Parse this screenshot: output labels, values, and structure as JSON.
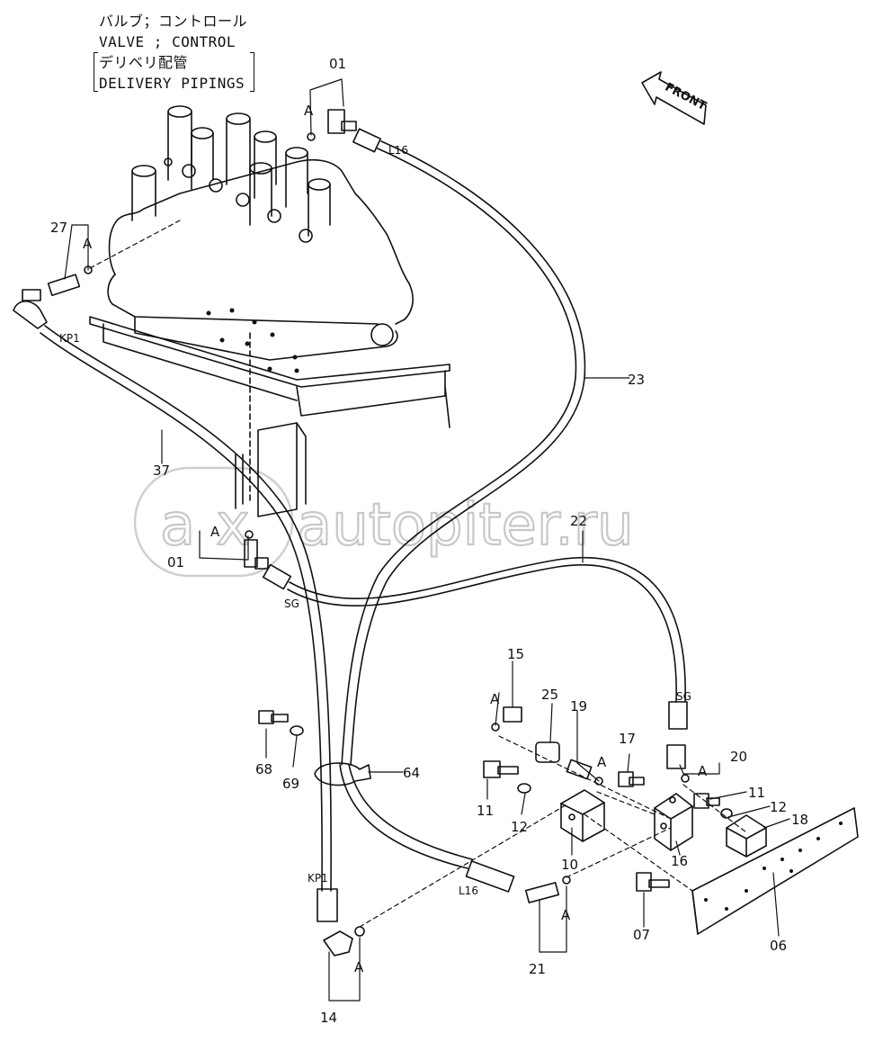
{
  "title": {
    "jp_line1": "バルブ；コントロール",
    "en_line1": "VALVE ; CONTROL",
    "jp_line2": "デリベリ配管",
    "en_line2": "DELIVERY PIPINGS"
  },
  "direction": {
    "label": "FRONT"
  },
  "watermark": {
    "text": "autopiter.ru",
    "logo": "ax-logo"
  },
  "hose_markers": {
    "l16_top": "L16",
    "l16_bottom": "L16",
    "kp1_top": "KP1",
    "kp1_bottom": "KP1",
    "sg_left": "SG",
    "sg_right": "SG"
  },
  "callouts": [
    {
      "id": "c01a",
      "text": "01"
    },
    {
      "id": "c01b",
      "text": "01"
    },
    {
      "id": "c27",
      "text": "27"
    },
    {
      "id": "c23",
      "text": "23"
    },
    {
      "id": "c37",
      "text": "37"
    },
    {
      "id": "c22",
      "text": "22"
    },
    {
      "id": "c15",
      "text": "15"
    },
    {
      "id": "c25",
      "text": "25"
    },
    {
      "id": "c19",
      "text": "19"
    },
    {
      "id": "c17",
      "text": "17"
    },
    {
      "id": "c20",
      "text": "20"
    },
    {
      "id": "c68",
      "text": "68"
    },
    {
      "id": "c69",
      "text": "69"
    },
    {
      "id": "c64",
      "text": "64"
    },
    {
      "id": "c11a",
      "text": "11"
    },
    {
      "id": "c12a",
      "text": "12"
    },
    {
      "id": "c10",
      "text": "10"
    },
    {
      "id": "c16",
      "text": "16"
    },
    {
      "id": "c11b",
      "text": "11"
    },
    {
      "id": "c12b",
      "text": "12"
    },
    {
      "id": "c18",
      "text": "18"
    },
    {
      "id": "c21",
      "text": "21"
    },
    {
      "id": "c07",
      "text": "07"
    },
    {
      "id": "c06",
      "text": "06"
    },
    {
      "id": "c14",
      "text": "14"
    }
  ],
  "o_ring_marks": [
    {
      "id": "a1",
      "text": "A"
    },
    {
      "id": "a2",
      "text": "A"
    },
    {
      "id": "a3",
      "text": "A"
    },
    {
      "id": "a4",
      "text": "A"
    },
    {
      "id": "a5",
      "text": "A"
    },
    {
      "id": "a6",
      "text": "A"
    },
    {
      "id": "a7",
      "text": "A"
    },
    {
      "id": "a8",
      "text": "A"
    }
  ]
}
